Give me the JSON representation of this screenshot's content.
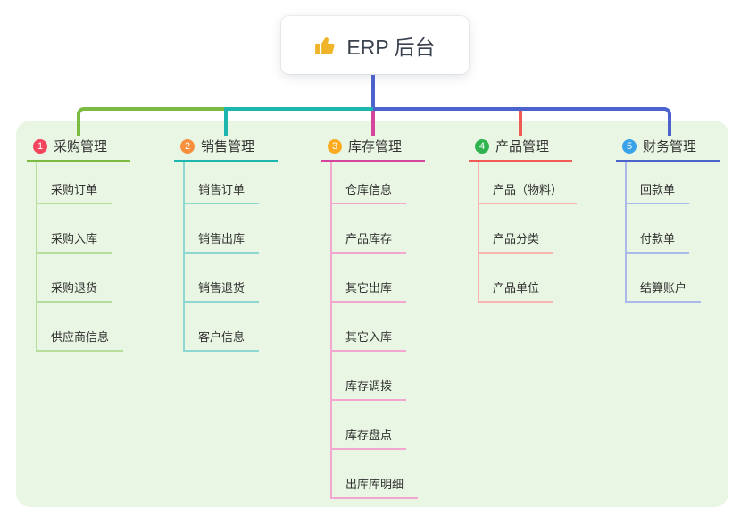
{
  "root": {
    "icon": "👍",
    "label": "ERP 后台"
  },
  "branches": [
    {
      "index": "1",
      "label": "采购管理",
      "badge_color": "#f4455f",
      "line_color": "#7cbb41",
      "sub_line_color": "#b7dd9d",
      "items": [
        "采购订单",
        "采购入库",
        "采购退货",
        "供应商信息"
      ]
    },
    {
      "index": "2",
      "label": "销售管理",
      "badge_color": "#f78f3d",
      "line_color": "#1cb6ae",
      "sub_line_color": "#8fd8d2",
      "items": [
        "销售订单",
        "销售出库",
        "销售退货",
        "客户信息"
      ]
    },
    {
      "index": "3",
      "label": "库存管理",
      "badge_color": "#fbab1f",
      "line_color": "#d6459c",
      "sub_line_color": "#f3a6d0",
      "items": [
        "仓库信息",
        "产品库存",
        "其它出库",
        "其它入库",
        "库存调拨",
        "库存盘点",
        "出库库明细"
      ]
    },
    {
      "index": "4",
      "label": "产品管理",
      "badge_color": "#2eb34f",
      "line_color": "#f15b55",
      "sub_line_color": "#f9b4af",
      "items": [
        "产品（物料）",
        "产品分类",
        "产品单位"
      ]
    },
    {
      "index": "5",
      "label": "财务管理",
      "badge_color": "#38a3e8",
      "line_color": "#4c63ce",
      "sub_line_color": "#a8b9ea",
      "items": [
        "回款单",
        "付款单",
        "结算账户"
      ]
    }
  ],
  "colors": {
    "panel_bg": "#e9f6e3",
    "root_line": "#4c63ce",
    "text": "#333333"
  }
}
